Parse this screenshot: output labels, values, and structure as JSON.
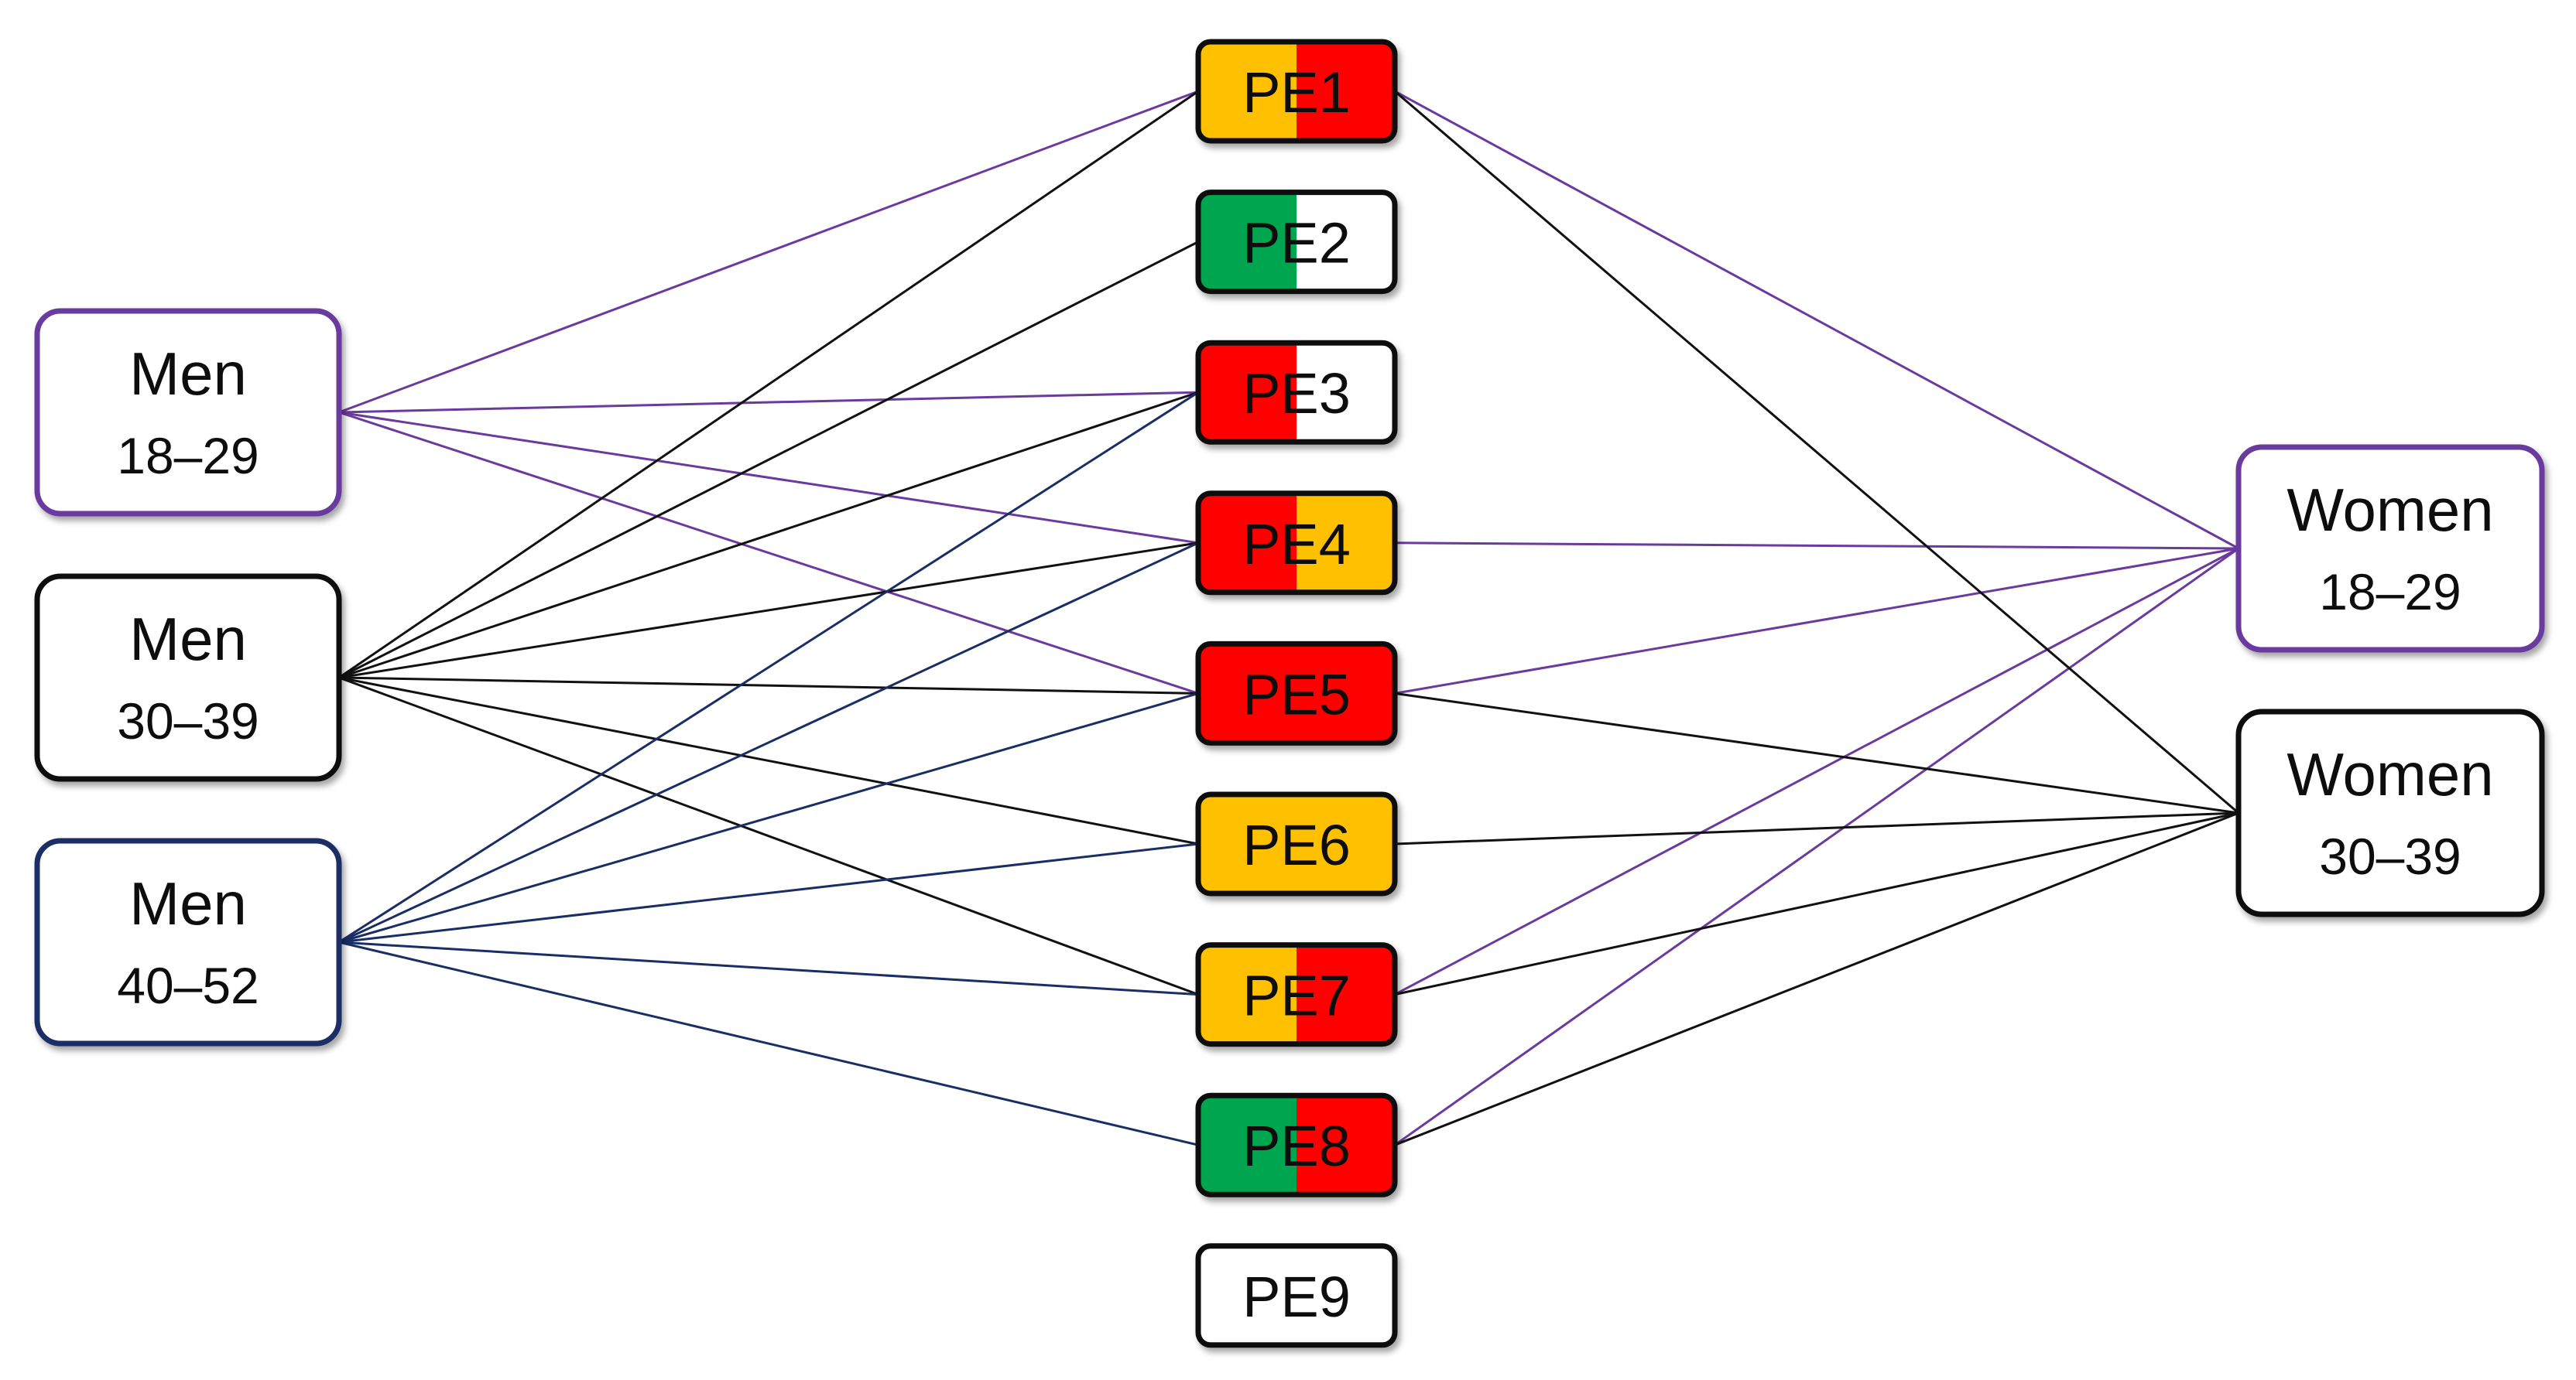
{
  "groups": [
    {
      "id": "m1829",
      "side": "left",
      "line1": "Men",
      "line2": "18–29",
      "color": "#6a3a9e"
    },
    {
      "id": "m3039",
      "side": "left",
      "line1": "Men",
      "line2": "30–39",
      "color": "#111111"
    },
    {
      "id": "m4052",
      "side": "left",
      "line1": "Men",
      "line2": "40–52",
      "color": "#1a2e66"
    },
    {
      "id": "w1829",
      "side": "right",
      "line1": "Women",
      "line2": "18–29",
      "color": "#6a3a9e"
    },
    {
      "id": "w3039",
      "side": "right",
      "line1": "Women",
      "line2": "30–39",
      "color": "#111111"
    }
  ],
  "pe_nodes": [
    {
      "id": "PE1",
      "label": "PE1",
      "left_fill": "#ffc000",
      "right_fill": "#ff0000"
    },
    {
      "id": "PE2",
      "label": "PE2",
      "left_fill": "#00a650",
      "right_fill": "#ffffff"
    },
    {
      "id": "PE3",
      "label": "PE3",
      "left_fill": "#ff0000",
      "right_fill": "#ffffff"
    },
    {
      "id": "PE4",
      "label": "PE4",
      "left_fill": "#ff0000",
      "right_fill": "#ffc000"
    },
    {
      "id": "PE5",
      "label": "PE5",
      "left_fill": "#ff0000",
      "right_fill": "#ff0000"
    },
    {
      "id": "PE6",
      "label": "PE6",
      "left_fill": "#ffc000",
      "right_fill": "#ffc000"
    },
    {
      "id": "PE7",
      "label": "PE7",
      "left_fill": "#ffc000",
      "right_fill": "#ff0000"
    },
    {
      "id": "PE8",
      "label": "PE8",
      "left_fill": "#00a650",
      "right_fill": "#ff0000"
    },
    {
      "id": "PE9",
      "label": "PE9",
      "left_fill": "#ffffff",
      "right_fill": "#ffffff"
    }
  ],
  "edges": [
    {
      "from": "m1829",
      "to": "PE1"
    },
    {
      "from": "m1829",
      "to": "PE3"
    },
    {
      "from": "m1829",
      "to": "PE4"
    },
    {
      "from": "m1829",
      "to": "PE5"
    },
    {
      "from": "m3039",
      "to": "PE1"
    },
    {
      "from": "m3039",
      "to": "PE2"
    },
    {
      "from": "m3039",
      "to": "PE3"
    },
    {
      "from": "m3039",
      "to": "PE4"
    },
    {
      "from": "m3039",
      "to": "PE5"
    },
    {
      "from": "m3039",
      "to": "PE6"
    },
    {
      "from": "m3039",
      "to": "PE7"
    },
    {
      "from": "m4052",
      "to": "PE3"
    },
    {
      "from": "m4052",
      "to": "PE4"
    },
    {
      "from": "m4052",
      "to": "PE5"
    },
    {
      "from": "m4052",
      "to": "PE6"
    },
    {
      "from": "m4052",
      "to": "PE7"
    },
    {
      "from": "m4052",
      "to": "PE8"
    },
    {
      "from": "w1829",
      "to": "PE1"
    },
    {
      "from": "w1829",
      "to": "PE4"
    },
    {
      "from": "w1829",
      "to": "PE5"
    },
    {
      "from": "w1829",
      "to": "PE7"
    },
    {
      "from": "w1829",
      "to": "PE8"
    },
    {
      "from": "w3039",
      "to": "PE1"
    },
    {
      "from": "w3039",
      "to": "PE5"
    },
    {
      "from": "w3039",
      "to": "PE6"
    },
    {
      "from": "w3039",
      "to": "PE7"
    },
    {
      "from": "w3039",
      "to": "PE8"
    }
  ]
}
